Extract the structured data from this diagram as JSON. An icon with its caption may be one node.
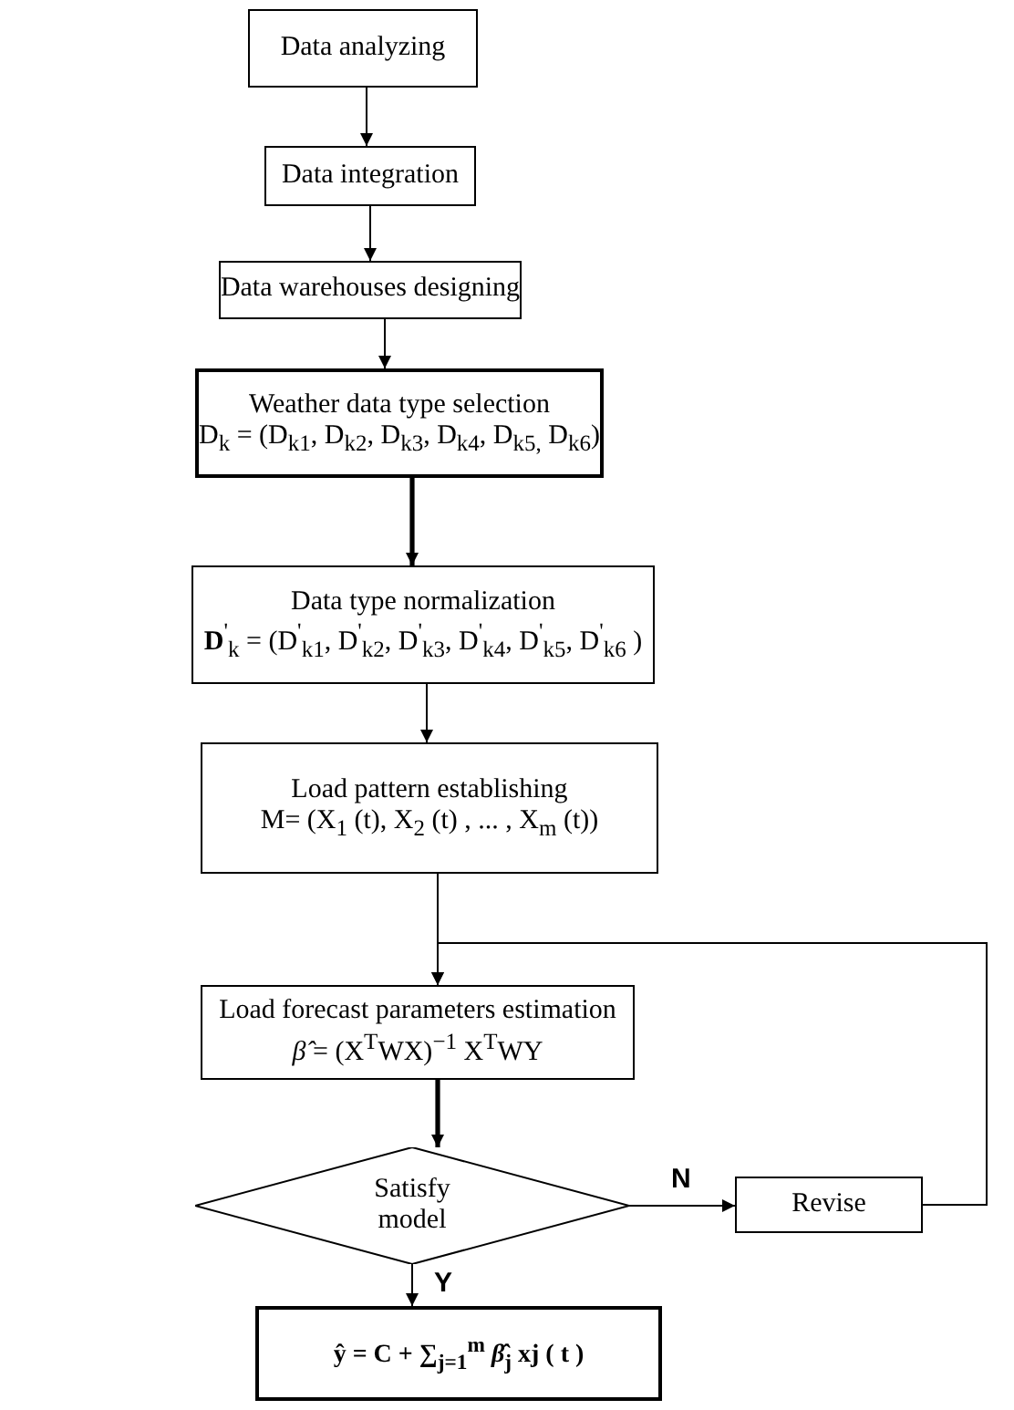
{
  "diagram": {
    "nodes": [
      {
        "text": [
          "Data analyzing"
        ]
      },
      {
        "text": [
          "Data integration"
        ]
      },
      {
        "text": [
          "Data warehouses designing"
        ]
      },
      {
        "text": [
          "Weather data type selection",
          "D$_{k}$ = (D$_{k1}$, D$_{k2}$, D$_{k3}$, D$_{k4}$, D$_{k5,}$ D$_{k6}$)"
        ]
      },
      {
        "text": [
          "Data type  normalization",
          "**D**$^{'}$$_{k}$  = (D$^{'}$$_{k1}$, D$^{'}$$_{k2}$, D$^{'}$$_{k3}$, D$^{'}$$_{k4}$, D$^{'}$$_{k5}$, D$^{'}$$_{k6}$ )"
        ]
      },
      {
        "text": [
          "Load pattern establishing",
          "M= (X$_{1}$ (t), X$_{2}$ (t) , ... , X$_{m}$ (t))"
        ]
      },
      {
        "text": [
          "Load forecast parameters estimation",
          "*β̂* = (X$^{T}$WX)$^{−1}$ X$^{T}$WY"
        ]
      },
      {
        "text": [
          "Satisfy model"
        ]
      },
      {
        "text": [
          "Revise"
        ]
      },
      {
        "text": [
          "ŷ = C + ∑$_{j=1}$$^{m}$ *β̂*$_{j}$ xj ( t )"
        ]
      }
    ],
    "edges": [
      {
        "from": 0,
        "to": 1,
        "arrow": "to"
      },
      {
        "from": 1,
        "to": 2,
        "arrow": "to"
      },
      {
        "from": 2,
        "to": 3,
        "arrow": "to"
      },
      {
        "from": 3,
        "to": 4,
        "arrow": "to",
        "style": "thick"
      },
      {
        "from": 4,
        "to": 5,
        "arrow": "to"
      },
      {
        "from": 5,
        "to": 6,
        "arrow": "to"
      },
      {
        "from": 6,
        "to": 7,
        "arrow": "to",
        "style": "thick"
      },
      {
        "from": 7,
        "to": 8,
        "arrow": "to",
        "label": "N"
      },
      {
        "from": 7,
        "to": 9,
        "arrow": "to",
        "label": "Y"
      },
      {
        "from": 8,
        "to": 6,
        "arrow": "to"
      }
    ]
  }
}
